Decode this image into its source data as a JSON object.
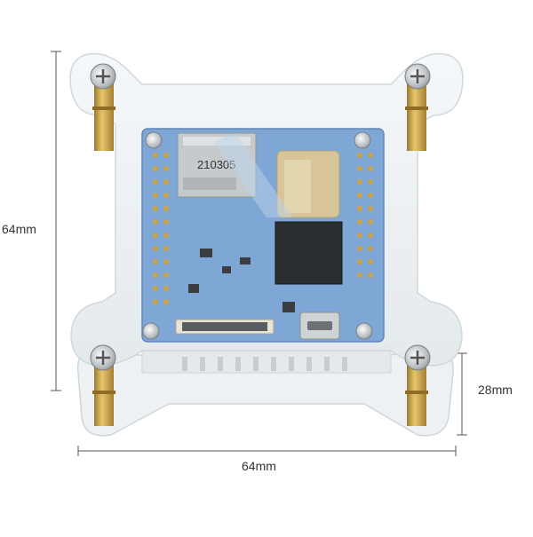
{
  "dimensions": {
    "left_height": "64mm",
    "right_height": "28mm",
    "bottom_width": "64mm"
  },
  "board": {
    "sd_slot_print": "210305"
  },
  "colors": {
    "board_blue": "#7fa7d6",
    "acrylic": "#e9eef1",
    "brass": "#c9a24a",
    "dimension_line": "#555555",
    "label_text": "#333333"
  }
}
